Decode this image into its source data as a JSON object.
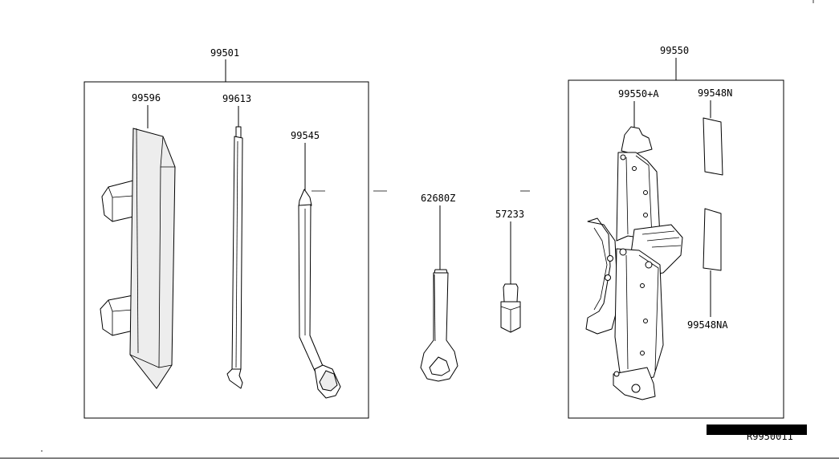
{
  "labels": {
    "kit_left": "99501",
    "kit_right": "99550",
    "tool_bag": "99596",
    "jack_handle": "99613",
    "wheel_brace": "99545",
    "tow_hook": "62680Z",
    "adapter": "57233",
    "jack_assy": "99550+A",
    "label_upper": "99548N",
    "label_lower": "99548NA",
    "drawing_ref": "R9950011"
  }
}
